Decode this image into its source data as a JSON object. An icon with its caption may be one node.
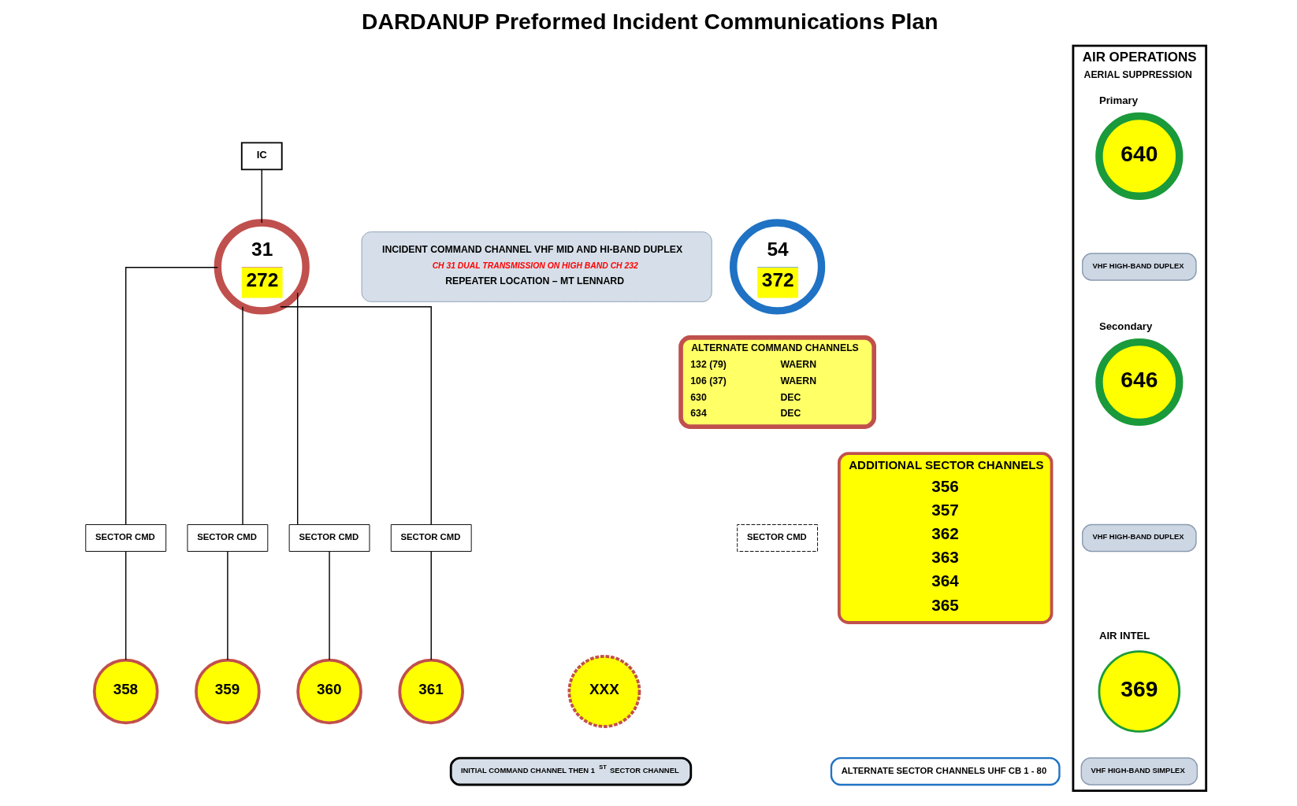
{
  "diagram": {
    "title": "DARDANUP Preformed Incident Communications Plan",
    "nodes": [
      {
        "text": [
          "IC"
        ]
      },
      {
        "text": [
          "31",
          "272"
        ]
      },
      {
        "text": [
          "INCIDENT COMMAND CHANNEL VHF MID AND HI-BAND DUPLEX",
          "CH 31 DUAL TRANSMISSION ON HIGH BAND CH 232",
          "REPEATER LOCATION – MT LENNARD"
        ]
      },
      {
        "text": [
          "54",
          "372"
        ]
      },
      {
        "text": [
          "ALTERNATE COMMAND CHANNELS",
          "132 (79)",
          "WAERN",
          "106 (37)",
          "WAERN",
          "630",
          "DEC",
          "634",
          "DEC"
        ]
      },
      {
        "text": [
          "SECTOR CMD"
        ]
      },
      {
        "text": [
          "SECTOR CMD"
        ]
      },
      {
        "text": [
          "SECTOR CMD"
        ]
      },
      {
        "text": [
          "SECTOR CMD"
        ]
      },
      {
        "text": [
          "SECTOR CMD"
        ]
      },
      {
        "text": [
          "358"
        ]
      },
      {
        "text": [
          "359"
        ]
      },
      {
        "text": [
          "360"
        ]
      },
      {
        "text": [
          "361"
        ]
      },
      {
        "text": [
          "XXX"
        ]
      },
      {
        "text": [
          "ADDITIONAL SECTOR CHANNELS",
          "356",
          "357",
          "362",
          "363",
          "364",
          "365"
        ]
      },
      {
        "text": [
          "INITIAL COMMAND CHANNEL THEN 1$^{ST}$ SECTOR CHANNEL"
        ]
      },
      {
        "text": [
          "ALTERNATE SECTOR CHANNELS UHF CB 1 - 80"
        ]
      },
      {
        "text": [
          "AIR OPERATIONS",
          "AERIAL SUPPRESSION"
        ]
      },
      {
        "text": [
          "640"
        ],
        "in": 18,
        "beside": [
          "Primary"
        ]
      },
      {
        "text": [
          "VHF HIGH-BAND DUPLEX"
        ],
        "in": 18
      },
      {
        "text": [
          "646"
        ],
        "in": 18,
        "beside": [
          "Secondary"
        ]
      },
      {
        "text": [
          "VHF HIGH-BAND DUPLEX"
        ],
        "in": 18
      },
      {
        "text": [
          "369"
        ],
        "in": 18,
        "beside": [
          "AIR INTEL"
        ]
      },
      {
        "text": [
          "VHF HIGH-BAND SIMPLEX"
        ],
        "in": 18
      }
    ],
    "edges": [
      {
        "from": 0,
        "to": 1,
        "arrow": "none"
      },
      {
        "from": 1,
        "to": 5,
        "arrow": "none"
      },
      {
        "from": 1,
        "to": 6,
        "arrow": "none"
      },
      {
        "from": 1,
        "to": 7,
        "arrow": "none"
      },
      {
        "from": 1,
        "to": 8,
        "arrow": "none"
      },
      {
        "from": 5,
        "to": 10,
        "arrow": "none"
      },
      {
        "from": 6,
        "to": 11,
        "arrow": "none"
      },
      {
        "from": 7,
        "to": 12,
        "arrow": "none"
      },
      {
        "from": 8,
        "to": 13,
        "arrow": "none"
      }
    ]
  }
}
